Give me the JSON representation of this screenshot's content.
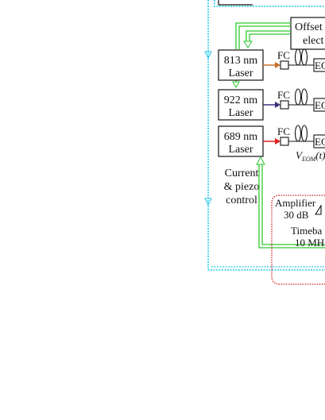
{
  "lasers": [
    {
      "wavelength": "813 nm",
      "label": "Laser",
      "arrow_color": "#c8702a"
    },
    {
      "wavelength": "922 nm",
      "label": "Laser",
      "arrow_color": "#3b2f7a"
    },
    {
      "wavelength": "689 nm",
      "label": "Laser",
      "arrow_color": "#e02020"
    }
  ],
  "fc_label": "FC",
  "eom_label": "EO",
  "offset_box": {
    "line1": "Offset",
    "line2": "elect"
  },
  "veom_label": "V",
  "veom_sub": "EOM",
  "veom_suffix": "(t)",
  "control_text": {
    "line1": "Current",
    "line2": "& piezo",
    "line3": "control"
  },
  "amplifier": {
    "line1": "Amplifier",
    "line2": "30 dB",
    "line3": "Timeba",
    "line4": "10 MH"
  },
  "colors": {
    "cyan": "#22c8e8",
    "green": "#2ec82e",
    "red": "#cc2222"
  }
}
